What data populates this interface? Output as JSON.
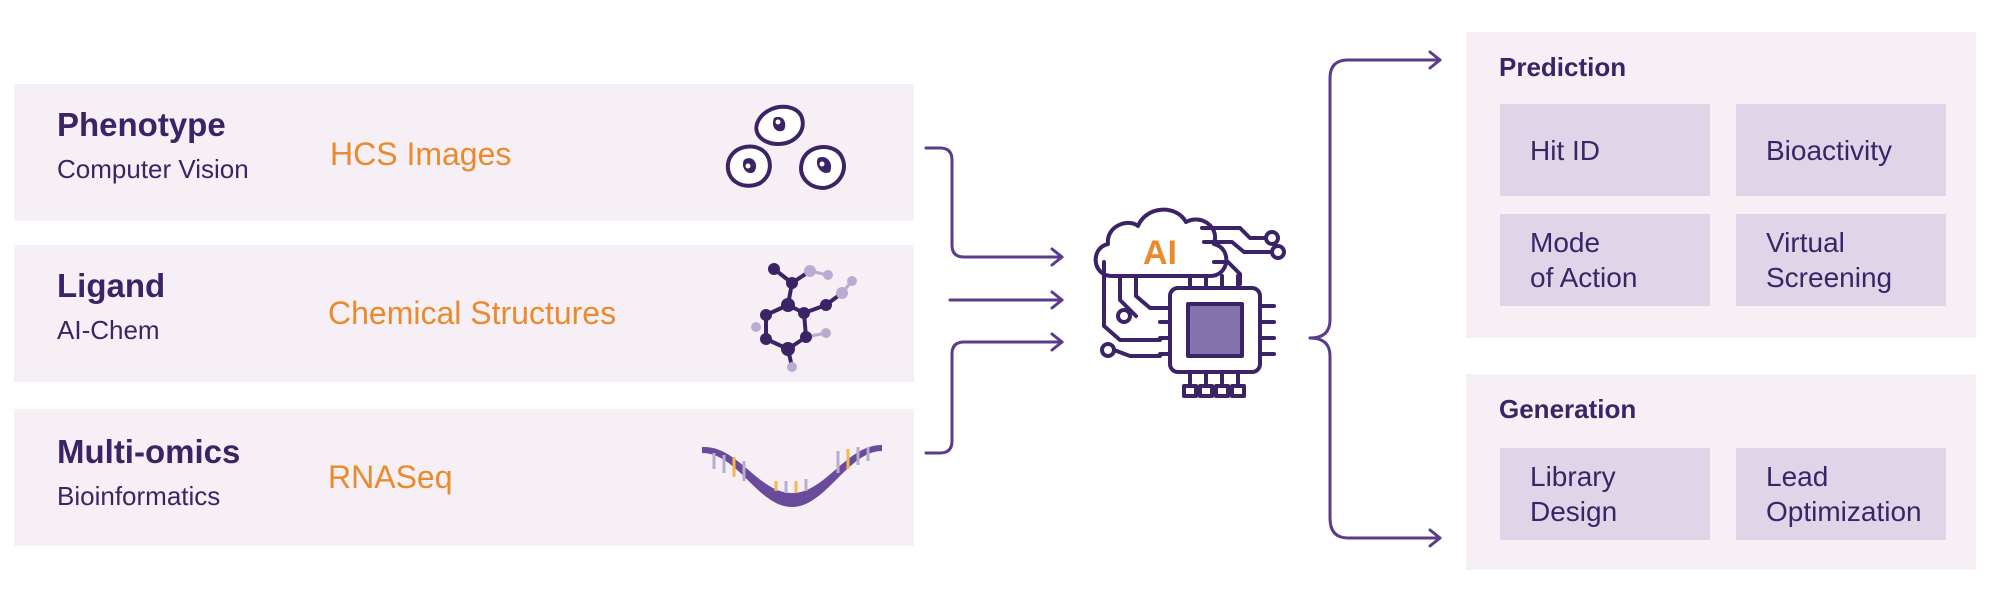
{
  "colors": {
    "purple": "#3b2366",
    "orange": "#ea8a2c",
    "panel_bg": "#f6f0f6",
    "tile_bg": "#ded6e8",
    "line": "#5b3b8a"
  },
  "inputs": [
    {
      "title": "Phenotype",
      "subtitle": "Computer Vision",
      "data": "HCS Images",
      "icon": "cells-icon"
    },
    {
      "title": "Ligand",
      "subtitle": "AI-Chem",
      "data": "Chemical Structures",
      "icon": "molecule-icon"
    },
    {
      "title": "Multi-omics",
      "subtitle": "Bioinformatics",
      "data": "RNASeq",
      "icon": "rna-icon"
    }
  ],
  "center": {
    "label": "AI",
    "icon": "ai-chip-icon"
  },
  "prediction": {
    "title": "Prediction",
    "tiles": [
      "Hit ID",
      "Bioactivity",
      "Mode\nof Action",
      "Virtual\nScreening"
    ]
  },
  "generation": {
    "title": "Generation",
    "tiles": [
      "Library\nDesign",
      "Lead\nOptimization"
    ]
  }
}
